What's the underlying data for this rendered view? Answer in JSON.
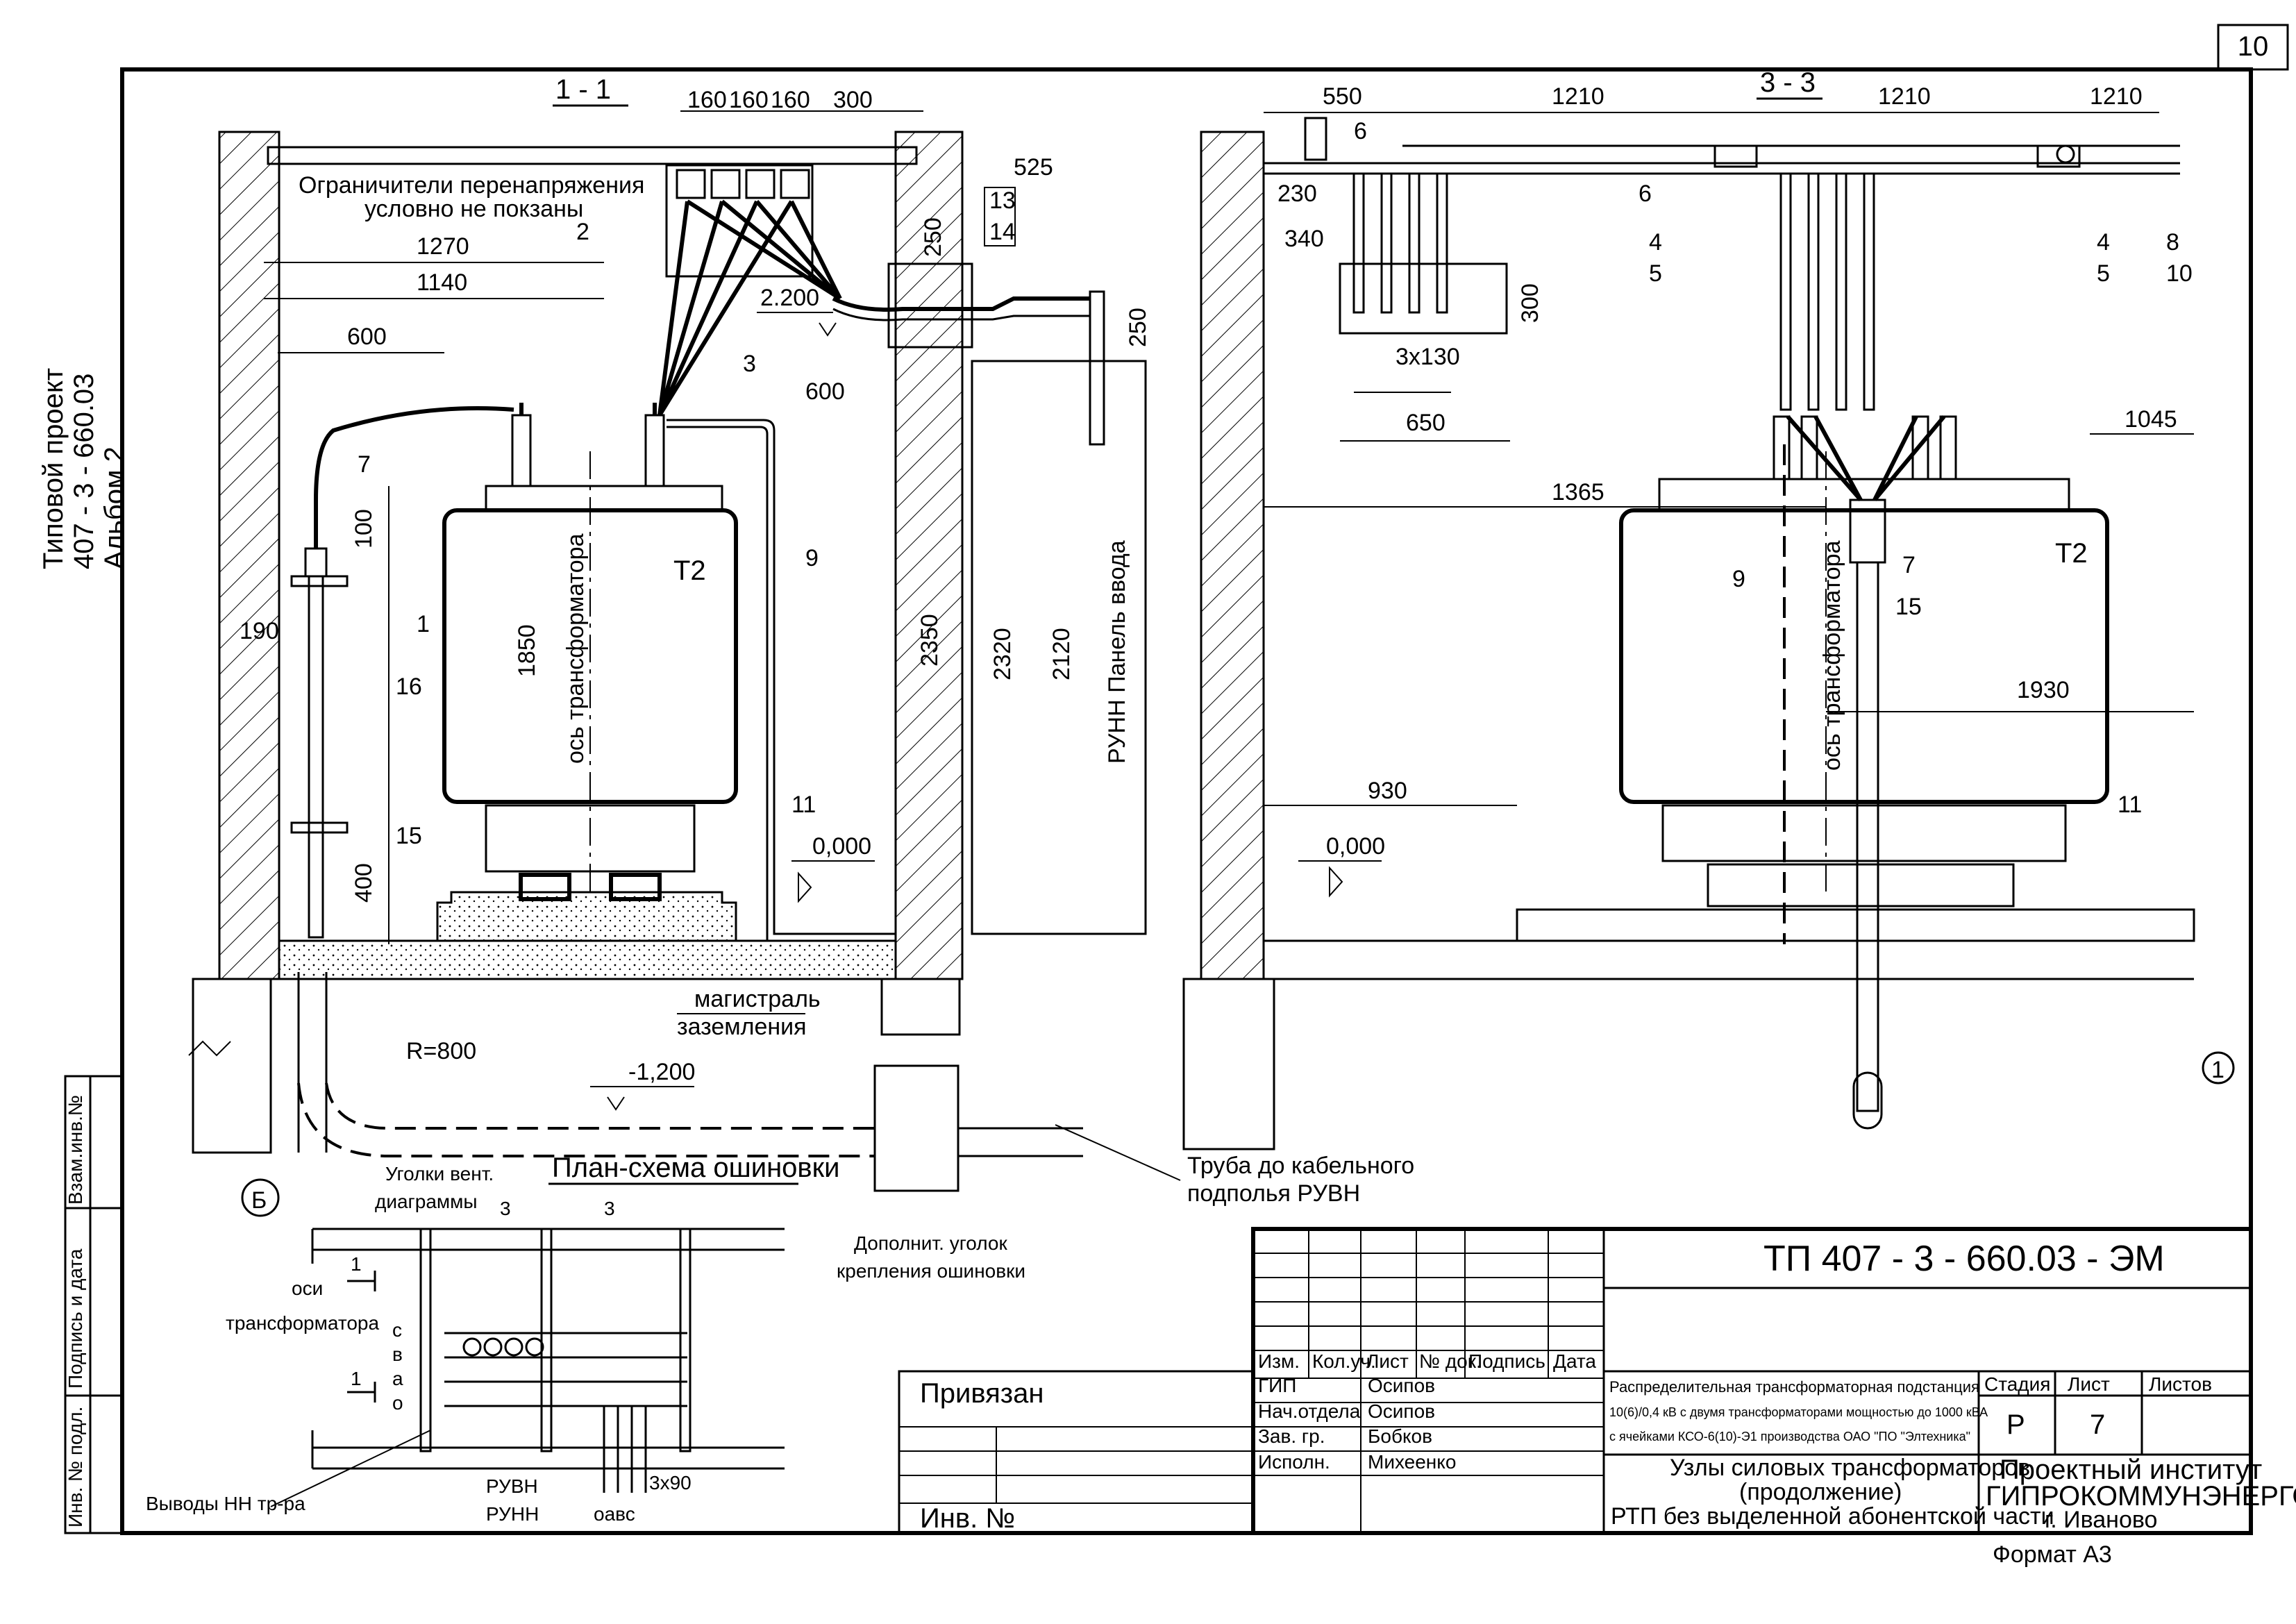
{
  "sheet_number": "10",
  "side_label": {
    "line1": "Типовой проект",
    "line2": "407 - 3 - 660.03",
    "line3": "Альбом   2"
  },
  "section_1": {
    "title": "1 - 1",
    "dims_top": [
      "160",
      "160",
      "160",
      "300"
    ],
    "note_line1": "Ограничители перенапряжения",
    "note_line2": "условно не покзаны",
    "dim_1270": "1270",
    "dim_1140": "1140",
    "dim_600a": "600",
    "dim_600b": "600",
    "dim_525": "525",
    "dim_250a": "250",
    "dim_250b": "250",
    "level_2200": "2.200",
    "level_0000": "0,000",
    "level_m1200": "-1,200",
    "dim_100": "100",
    "dim_190": "190",
    "dim_400": "400",
    "dim_1850": "1850",
    "dim_2350": "2350",
    "dim_2320": "2320",
    "dim_2120": "2120",
    "axis_label": "ось трансформатора",
    "transformer": "Т2",
    "panel_label": "РУНН  Панель ввода",
    "radius": "R=800",
    "ground_line1": "магистраль",
    "ground_line2": "заземления",
    "pipe_line1": "Труба до кабельного",
    "pipe_line2": "подполья РУВН",
    "pos": [
      "1",
      "2",
      "3",
      "7",
      "9",
      "11",
      "13",
      "14",
      "15",
      "16"
    ]
  },
  "section_3": {
    "title": "3 - 3",
    "dim_550": "550",
    "dim_1210a": "1210",
    "dim_1210b": "1210",
    "dim_1210c": "1210",
    "dim_230": "230",
    "dim_340": "340",
    "dim_300": "300",
    "dim_3x130": "3х130",
    "dim_650": "650",
    "dim_1365": "1365",
    "dim_1045": "1045",
    "dim_1930": "1930",
    "dim_930": "930",
    "level_0000": "0,000",
    "axis_label": "ось трансформатора",
    "transformer": "Т2",
    "pos": [
      "6",
      "6",
      "4",
      "5",
      "4",
      "5",
      "8",
      "10",
      "9",
      "7",
      "15",
      "11"
    ],
    "view_mark": "1"
  },
  "plan": {
    "mark_b": "Б",
    "title": "План-схема ошиновки",
    "label_angles_line1": "Уголки вент.",
    "label_angles_line2": "диаграммы",
    "label_axes_line1": "оси",
    "label_axes_line2": "трансформатора",
    "label_extra_line1": "Дополнит. уголок",
    "label_extra_line2": "крепления ошиновки",
    "label_outputs": "Выводы НН тр-ра",
    "phase_letters": [
      "с",
      "в",
      "а",
      "о"
    ],
    "mark_1": "1",
    "mark_3": "3",
    "ruvn": "РУВН",
    "runn": "РУНН",
    "oabc": "оавс",
    "dim_3x90": "3х90"
  },
  "left_strip": {
    "vzam": "Взам.инв.№",
    "podpis": "Подпись и дата",
    "inv": "Инв. №  подл."
  },
  "title_block": {
    "code": "ТП  407 - 3 - 660.03 - ЭМ",
    "privyazan": "Привязан",
    "inv_no": "Инв. №",
    "headers": [
      "Изм.",
      "Кол.уч.",
      "Лист",
      "№ док.",
      "Подпись",
      "Дата"
    ],
    "roles": [
      "ГИП",
      "Нач.отдела",
      "Зав. гр.",
      "Исполн."
    ],
    "names": [
      "Осипов",
      "Осипов",
      "Бобков",
      "Михеенко"
    ],
    "desc_line1": "Распределительная трансформаторная подстанция",
    "desc_line2": "10(6)/0,4 кВ с двумя трансформаторами мощностью  до 1000 кВА",
    "desc_line3": "с ячейками КСО-6(10)-Э1 производства ОАО \"ПО \"Элтехника\"",
    "stage_h": "Стадия",
    "sheet_h": "Лист",
    "sheets_h": "Листов",
    "stage": "Р",
    "sheet": "7",
    "sub_line1": "Узлы силовых трансформаторов",
    "sub_line2": "(продолжение)",
    "sub_line3": "РТП без выделенной абонентской части",
    "org_line1": "Проектный институт",
    "org_line2": "ГИПРОКОММУНЭНЕРГО",
    "org_line3": "г. Иваново",
    "format": "Формат А3"
  }
}
